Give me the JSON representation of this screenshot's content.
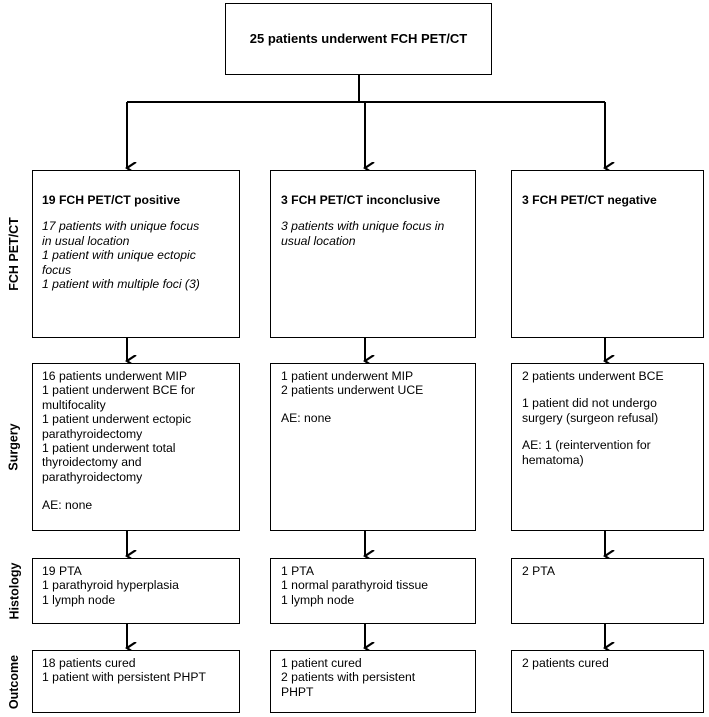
{
  "top": {
    "title": "25 patients underwent FCH PET/CT"
  },
  "row_labels": [
    "FCH PET/CT",
    "Surgery",
    "Histology",
    "Outcome"
  ],
  "pet": {
    "positive": {
      "title": "19 FCH PET/CT positive",
      "lines": [
        "17 patients with unique focus",
        "in usual location",
        "1 patient with unique ectopic",
        "focus",
        "1 patient with multiple foci (3)"
      ]
    },
    "inconclusive": {
      "title": "3 FCH PET/CT inconclusive",
      "lines": [
        "3 patients with unique focus in",
        "usual location"
      ]
    },
    "negative": {
      "title": "3 FCH PET/CT negative"
    }
  },
  "surgery": {
    "positive": {
      "lines": [
        "16 patients underwent MIP",
        "1 patient underwent BCE for",
        "multifocality",
        "1 patient underwent ectopic",
        "parathyroidectomy",
        "1 patient underwent total",
        "thyroidectomy and",
        "parathyroidectomy"
      ],
      "ae": "AE: none"
    },
    "inconclusive": {
      "lines": [
        "1 patient underwent MIP",
        "2 patients underwent UCE"
      ],
      "ae": "AE: none"
    },
    "negative": {
      "line1": "2 patients underwent BCE",
      "lines2": [
        "1 patient did not undergo",
        "surgery (surgeon refusal)"
      ],
      "ae": [
        "AE: 1 (reintervention for",
        "hematoma)"
      ]
    }
  },
  "histology": {
    "positive": [
      "19 PTA",
      "1 parathyroid hyperplasia",
      "1 lymph node"
    ],
    "inconclusive": [
      "1 PTA",
      "1 normal parathyroid tissue",
      "1 lymph node"
    ],
    "negative": [
      "2 PTA"
    ]
  },
  "outcome": {
    "positive": [
      "18 patients cured",
      "1 patient with persistent PHPT"
    ],
    "inconclusive": [
      "1 patient cured",
      "2 patients with persistent",
      "PHPT"
    ],
    "negative": [
      "2 patients cured"
    ]
  }
}
